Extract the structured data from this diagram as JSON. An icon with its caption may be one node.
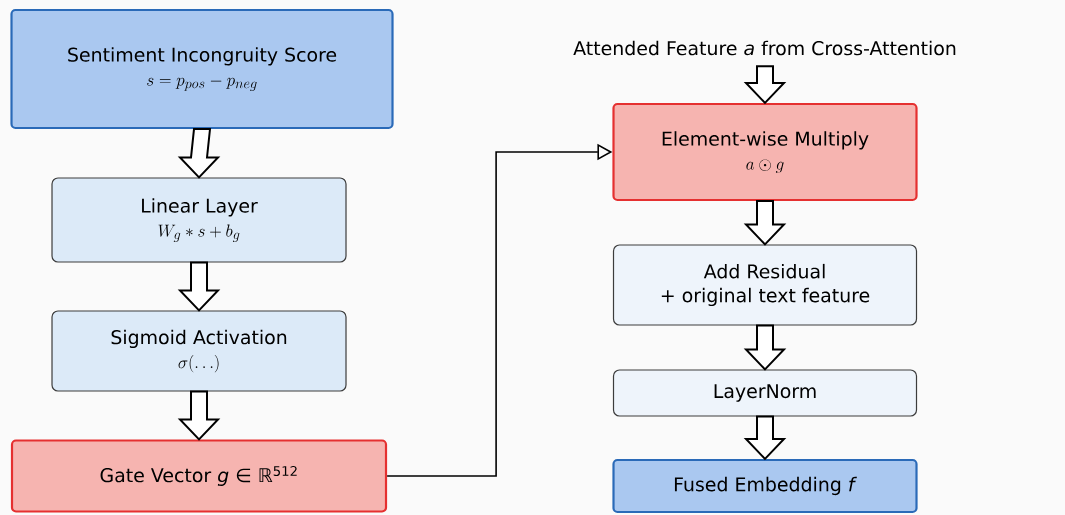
{
  "diagram": {
    "nodes": [
      {
        "text": [
          "Sentiment Incongruity Score",
          "s = p_{pos} - p_{neg}"
        ]
      },
      {
        "text": [
          "Linear Layer",
          "W_g * s + b_g"
        ]
      },
      {
        "text": [
          "Sigmoid Activation",
          "\\sigma(\\ldots)"
        ]
      },
      {
        "text": [
          "Gate Vector *g* ∈ ℝ$^{512}$"
        ]
      },
      {
        "text": [
          "Attended Feature *a* from Cross-Attention"
        ]
      },
      {
        "text": [
          "Element-wise Multiply",
          "a \\odot g"
        ]
      },
      {
        "text": [
          "Add Residual",
          "+ original text feature"
        ]
      },
      {
        "text": [
          "LayerNorm"
        ]
      },
      {
        "text": [
          "Fused Embedding *f*"
        ]
      }
    ],
    "edges": [
      {
        "from": 0,
        "to": 1,
        "arrow": "to"
      },
      {
        "from": 1,
        "to": 2,
        "arrow": "to"
      },
      {
        "from": 2,
        "to": 3,
        "arrow": "to"
      },
      {
        "from": 3,
        "to": 5,
        "arrow": "to"
      },
      {
        "from": 4,
        "to": 5,
        "arrow": "to"
      },
      {
        "from": 5,
        "to": 6,
        "arrow": "to"
      },
      {
        "from": 6,
        "to": 7,
        "arrow": "to"
      },
      {
        "from": 7,
        "to": 8,
        "arrow": "to"
      }
    ]
  }
}
